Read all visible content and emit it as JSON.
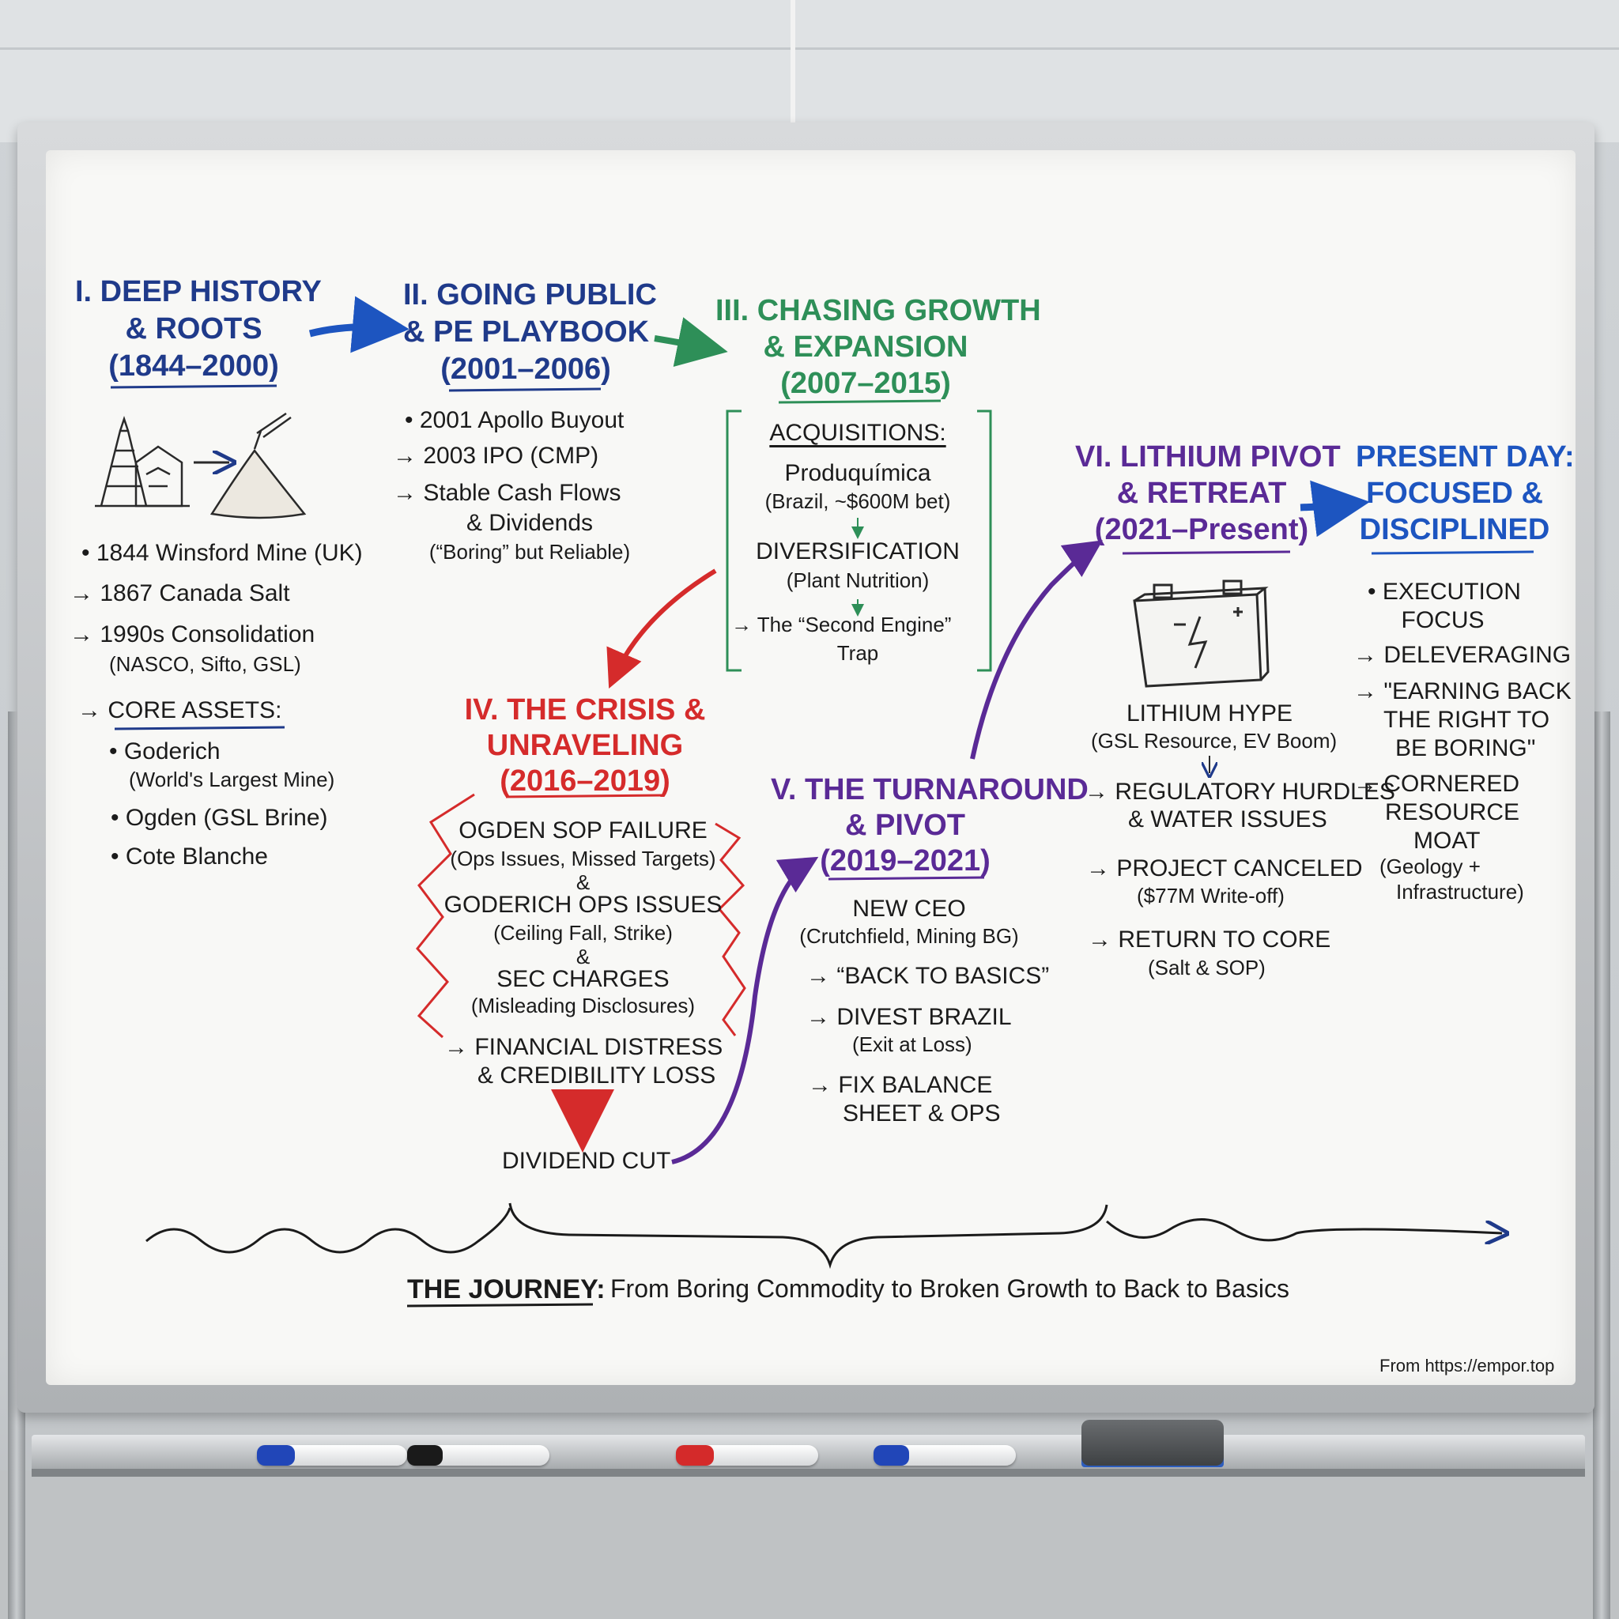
{
  "section1": {
    "title_lines": [
      "I. DEEP HISTORY",
      "& ROOTS",
      "(1844–2000)"
    ],
    "bullets": [
      "• 1844 Winsford Mine (UK)",
      "→ 1867 Canada Salt",
      "→ 1990s Consolidation",
      "(NASCO, Sifto, GSL)"
    ],
    "core_assets_label": "→ CORE ASSETS:",
    "assets": [
      "• Goderich",
      "(World's Largest Mine)",
      "• Ogden (GSL Brine)",
      "• Cote Blanche"
    ]
  },
  "section2": {
    "title_lines": [
      "II. GOING PUBLIC",
      "& PE PLAYBOOK",
      "(2001–2006)"
    ],
    "bullets": [
      "• 2001 Apollo Buyout",
      "→ 2003 IPO (CMP)",
      "→ Stable Cash Flows",
      "& Dividends",
      "(“Boring” but Reliable)"
    ]
  },
  "section3": {
    "title_lines": [
      "III. CHASING GROWTH",
      "& EXPANSION",
      "(2007–2015)"
    ],
    "acq_label": "ACQUISITIONS:",
    "items": [
      "Produquímica",
      "(Brazil, ~$600M bet)",
      "DIVERSIFICATION",
      "(Plant Nutrition)",
      "→ The “Second Engine”",
      "Trap"
    ]
  },
  "section4": {
    "title_lines": [
      "IV. THE CRISIS &",
      "UNRAVELING",
      "(2016–2019)"
    ],
    "items": [
      "OGDEN SOP FAILURE",
      "(Ops Issues, Missed Targets)",
      "&",
      "GODERICH OPS ISSUES",
      "(Ceiling Fall, Strike)",
      "&",
      "SEC CHARGES",
      "(Misleading Disclosures)"
    ],
    "distress": [
      "→ FINANCIAL DISTRESS",
      "& CREDIBILITY LOSS"
    ],
    "dividend": "DIVIDEND CUT"
  },
  "section5": {
    "title_lines": [
      "V. THE TURNAROUND",
      "& PIVOT",
      "(2019–2021)"
    ],
    "items": [
      "NEW CEO",
      "(Crutchfield, Mining BG)",
      "→ “BACK TO BASICS”",
      "→ DIVEST BRAZIL",
      "(Exit at Loss)",
      "→ FIX BALANCE",
      "SHEET & OPS"
    ]
  },
  "section6": {
    "title_lines": [
      "VI. LITHIUM PIVOT",
      "& RETREAT",
      "(2021–Present)"
    ],
    "items": [
      "LITHIUM HYPE",
      "(GSL Resource, EV Boom)",
      "→ REGULATORY HURDLES",
      "& WATER ISSUES",
      "→ PROJECT CANCELED",
      "($77M Write-off)",
      "→ RETURN TO CORE",
      "(Salt & SOP)"
    ]
  },
  "section7": {
    "title_lines": [
      "PRESENT DAY:",
      "FOCUSED &",
      "DISCIPLINED"
    ],
    "items": [
      "• EXECUTION",
      "FOCUS",
      "→ DELEVERAGING",
      "→ \"EARNING BACK",
      "THE RIGHT TO",
      "BE BORING\"",
      "→ CORNERED",
      "RESOURCE",
      "MOAT",
      "(Geology +",
      "Infrastructure)"
    ]
  },
  "journey": {
    "label": "THE JOURNEY:",
    "text": "From Boring Commodity to Broken Growth to Back to Basics"
  },
  "watermark": "From https://empor.top",
  "colors": {
    "navy": "#1f3a8a",
    "blue": "#1d55c0",
    "green": "#2e8f58",
    "red": "#d52b2b",
    "purple": "#5a2a96",
    "black": "#1b1b1b"
  },
  "icons": [
    "salt-mine-sketch-icon",
    "salt-pile-icon",
    "battery-icon"
  ]
}
